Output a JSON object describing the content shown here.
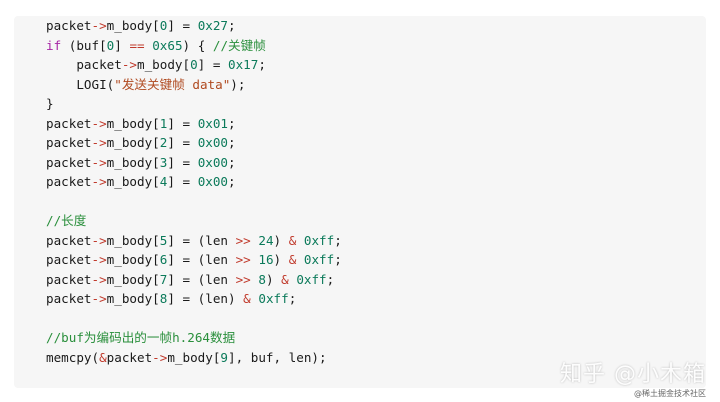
{
  "code_lines": [
    "packet->m_body[0] = 0x27;",
    "if (buf[0] == 0x65) { //关键帧",
    "    packet->m_body[0] = 0x17;",
    "    LOGI(\"发送关键帧 data\");",
    "}",
    "packet->m_body[1] = 0x01;",
    "packet->m_body[2] = 0x00;",
    "packet->m_body[3] = 0x00;",
    "packet->m_body[4] = 0x00;",
    "",
    "//长度",
    "packet->m_body[5] = (len >> 24) & 0xff;",
    "packet->m_body[6] = (len >> 16) & 0xff;",
    "packet->m_body[7] = (len >> 8) & 0xff;",
    "packet->m_body[8] = (len) & 0xff;",
    "",
    "//buf为编码出的一帧h.264数据",
    "memcpy(&packet->m_body[9], buf, len);"
  ],
  "watermark": {
    "main": "知乎 @小木箱",
    "sub": "@稀土掘金技术社区"
  },
  "colors": {
    "background": "#f6f6f6",
    "text": "#1a1a1a",
    "keyword": "#a626a4",
    "number": "#0b7a5a",
    "string": "#b04a20",
    "comment": "#2a8f3c"
  }
}
